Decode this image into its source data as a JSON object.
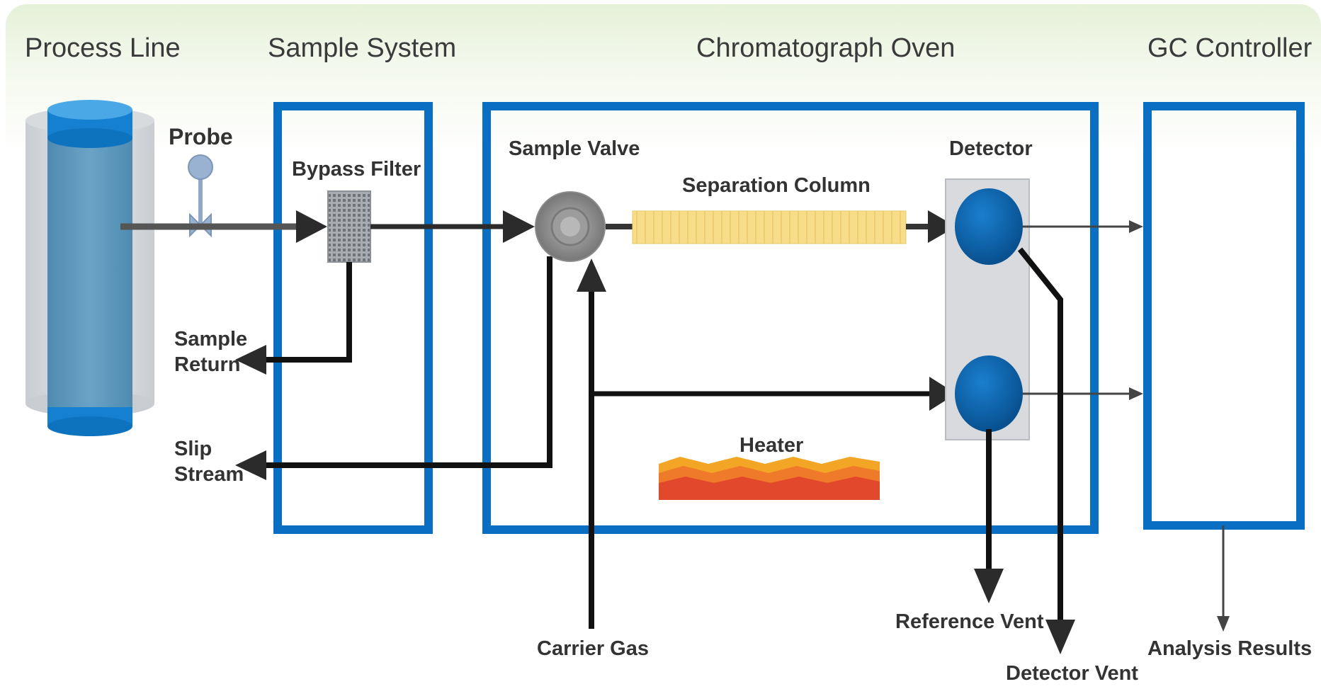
{
  "sections": {
    "process_line": "Process Line",
    "sample_system": "Sample System",
    "chromatograph_oven": "Chromatograph Oven",
    "gc_controller": "GC Controller"
  },
  "components": {
    "probe": "Probe",
    "bypass_filter": "Bypass Filter",
    "sample_valve": "Sample Valve",
    "separation_column": "Separation Column",
    "detector": "Detector",
    "heater": "Heater"
  },
  "flows": {
    "sample_return_1": "Sample",
    "sample_return_2": "Return",
    "slip_stream_1": "Slip",
    "slip_stream_2": "Stream",
    "carrier_gas": "Carrier Gas",
    "reference_vent": "Reference Vent",
    "detector_vent": "Detector Vent",
    "analysis_results": "Analysis Results"
  },
  "colors": {
    "box_blue": "#0a6fc2",
    "pipe_dark": "#2b2b2b",
    "column_yellow": "#f7dc8a",
    "detector_blue": "#0b5ea8",
    "heater_orange": "#f08a24",
    "heater_red": "#e2482b",
    "vessel_blue": "#5b97bb"
  }
}
